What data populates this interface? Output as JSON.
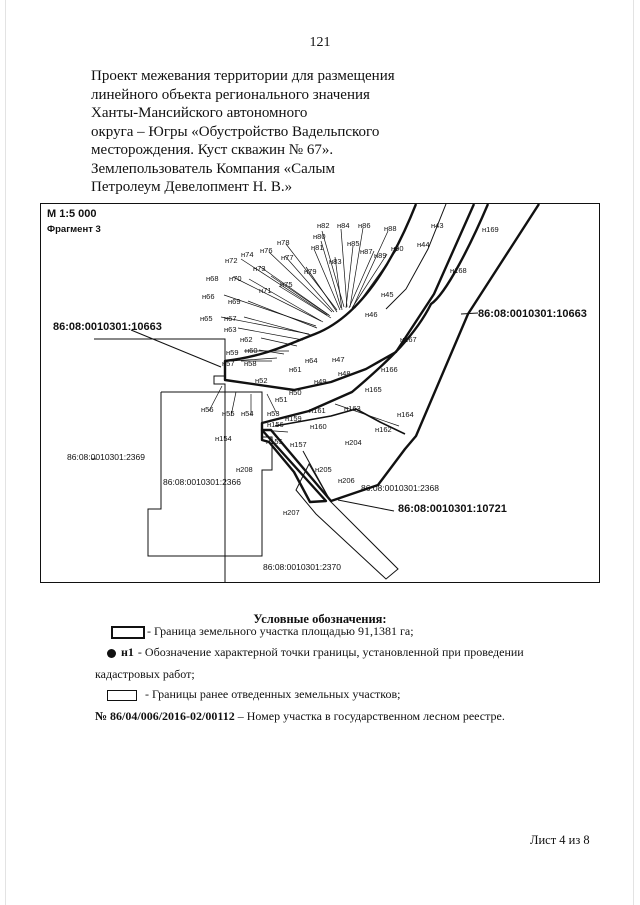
{
  "page_number": "121",
  "title_lines": [
    "Проект межевания территории для размещения",
    "линейного объекта регионального значения",
    "Ханты-Мансийского автономного",
    "округа – Югры «Обустройство Вадельпского",
    "месторождения. Куст скважин № 67».",
    "Землепользователь Компания «Салым",
    "Петролеум Девелопмент Н. В.»"
  ],
  "map": {
    "scale": "М 1:5 000",
    "fragment": "Фрагмент 3",
    "parcels": {
      "main_top": "86:08:0010301:10663",
      "main_right": "86:08:0010301:10663",
      "main_bottom": "86:08:0010301:10721",
      "left_a": "86:08:0010301:2369",
      "left_b": "86:08:0010301:2366",
      "road_a": "86:08:0010301:2368",
      "road_b": "86:08:0010301:2370"
    },
    "point_labels": [
      "н82",
      "н84",
      "н86",
      "н88",
      "н43",
      "н80",
      "н85",
      "н87",
      "н89",
      "н90",
      "н44",
      "н169",
      "н78",
      "н81",
      "н83",
      "н76",
      "н77",
      "н72",
      "н74",
      "н73",
      "н79",
      "н75",
      "н71",
      "н68",
      "н70",
      "н66",
      "н69",
      "н45",
      "н65",
      "н67",
      "н63",
      "н46",
      "н62",
      "н59",
      "н60",
      "н57",
      "н58",
      "н64",
      "н47",
      "н61",
      "н48",
      "н52",
      "н49",
      "н50",
      "н51",
      "н56",
      "н55",
      "н54",
      "н53",
      "н161",
      "н163",
      "н159",
      "н156",
      "н160",
      "н162",
      "н154",
      "н155",
      "н157",
      "н204",
      "н208",
      "н205",
      "н206",
      "н207",
      "н168",
      "н167",
      "н166",
      "н165",
      "н164"
    ]
  },
  "legend": {
    "title": "Условные обозначения:",
    "boundary": "- Граница земельного участка площадью 91,1381 га;",
    "point_symbol": "н1",
    "point_text_1": "- Обозначение характерной точки границы, установленной при проведении",
    "point_text_2": "кадастровых работ;",
    "prior": "- Границы ранее отведенных земельных участков;",
    "registry_number": "№ 86/04/006/2016-02/00112",
    "registry_text": "– Номер участка в  государственном лесном реестре."
  },
  "sheet": "Лист 4 из 8"
}
